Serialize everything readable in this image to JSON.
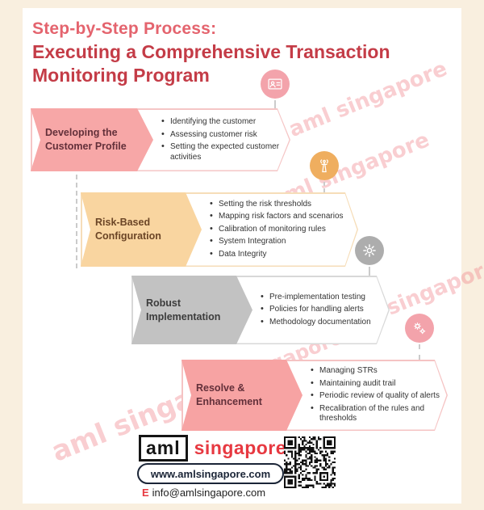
{
  "title": {
    "kicker": "Step-by-Step Process:",
    "heading": "Executing a Comprehensive Transaction Monitoring Program"
  },
  "watermark": "aml singapore",
  "steps": [
    {
      "label": "Developing the Customer Profile",
      "color": "#F7A7A7",
      "icon": "id-card-icon",
      "bullets": [
        "Identifying the customer",
        "Assessing customer risk",
        "Setting the expected customer activities"
      ]
    },
    {
      "label": "Risk-Based Configuration",
      "color": "#F9D5A0",
      "icon": "signal-tower-icon",
      "bullets": [
        "Setting the risk thresholds",
        "Mapping risk factors and scenarios",
        "Calibration of monitoring rules",
        "System Integration",
        "Data Integrity"
      ]
    },
    {
      "label": "Robust Implementation",
      "color": "#C2C2C2",
      "icon": "gear-icon",
      "bullets": [
        "Pre-implementation testing",
        "Policies for handling alerts",
        "Methodology documentation"
      ]
    },
    {
      "label": "Resolve & Enhancement",
      "color": "#F7A3A3",
      "icon": "gears-sync-icon",
      "bullets": [
        "Managing STRs",
        "Maintaining audit trail",
        "Periodic review of quality of alerts",
        "Recalibration of the rules and thresholds"
      ]
    }
  ],
  "footer": {
    "logo_aml": "aml",
    "logo_singapore": "singapore",
    "website": "www.amlsingapore.com",
    "email_prefix": "E",
    "email": "info@amlsingapore.com"
  },
  "colors": {
    "page_bg": "#F9EFDF",
    "title_kicker": "#E4646E",
    "title_heading": "#C43C47",
    "step1": "#F7A7A7",
    "step2": "#F9D5A0",
    "step3": "#C2C2C2",
    "step4": "#F7A3A3",
    "logo_red": "#E73941",
    "watermark": "#EE7D85"
  }
}
